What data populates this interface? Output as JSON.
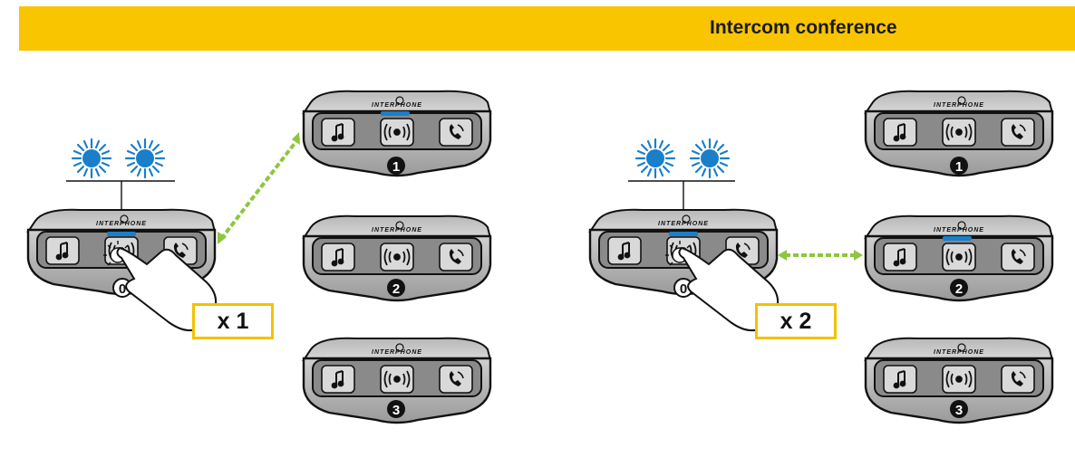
{
  "header": {
    "title": "Intercom conference",
    "color": "#f9c500"
  },
  "panels": [
    {
      "tap_count": "x 1",
      "active_headset": "1",
      "link_color": "#8dc63f"
    },
    {
      "tap_count": "x 2",
      "active_headset": "2",
      "link_color": "#8dc63f"
    }
  ],
  "devices": {
    "main": {
      "number": "0"
    },
    "remote": [
      {
        "number": "1"
      },
      {
        "number": "2"
      },
      {
        "number": "3"
      }
    ],
    "brand_mark": "INTERPHONE",
    "button_icons": [
      "music-note-icon",
      "intercom-icon",
      "phone-icon"
    ],
    "led_color": "#1a7fc8"
  }
}
